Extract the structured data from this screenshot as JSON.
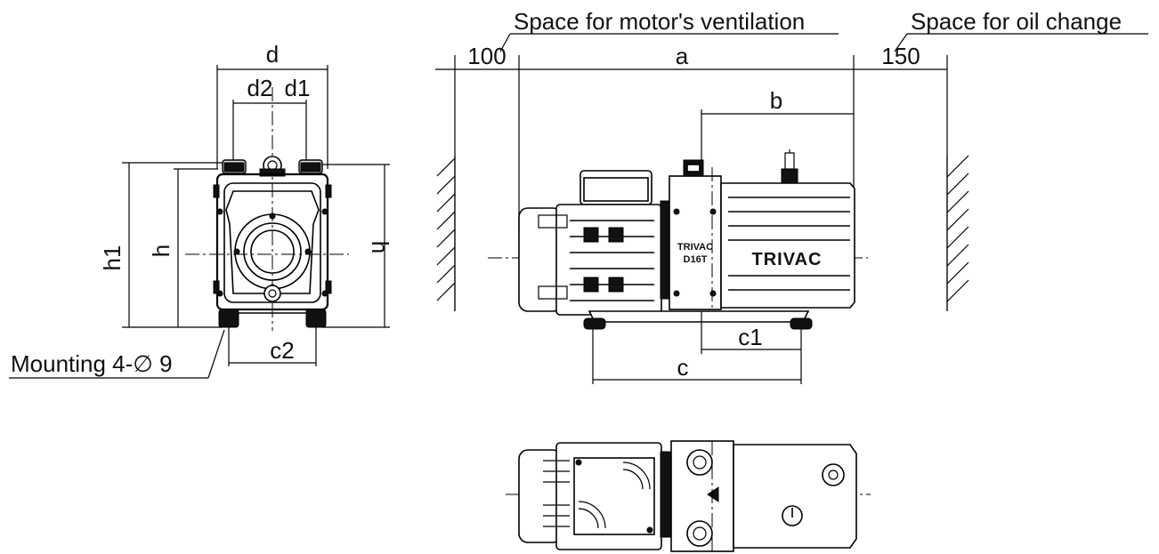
{
  "notes": {
    "motor_ventilation": "Space for motor's ventilation",
    "oil_change": "Space for oil change",
    "mounting": "Mounting 4-∅ 9"
  },
  "dimensions": {
    "d": "d",
    "d1": "d1",
    "d2": "d2",
    "h": "h",
    "h1": "h1",
    "c2": "c2",
    "a": "a",
    "b": "b",
    "c": "c",
    "c1": "c1",
    "clearance_left": "100",
    "clearance_right": "150"
  },
  "markings": {
    "brand": "TRIVAC",
    "plate_line1": "TRIVAC",
    "plate_line2": "D16T"
  },
  "colors": {
    "line": "#000000",
    "background": "#ffffff"
  }
}
